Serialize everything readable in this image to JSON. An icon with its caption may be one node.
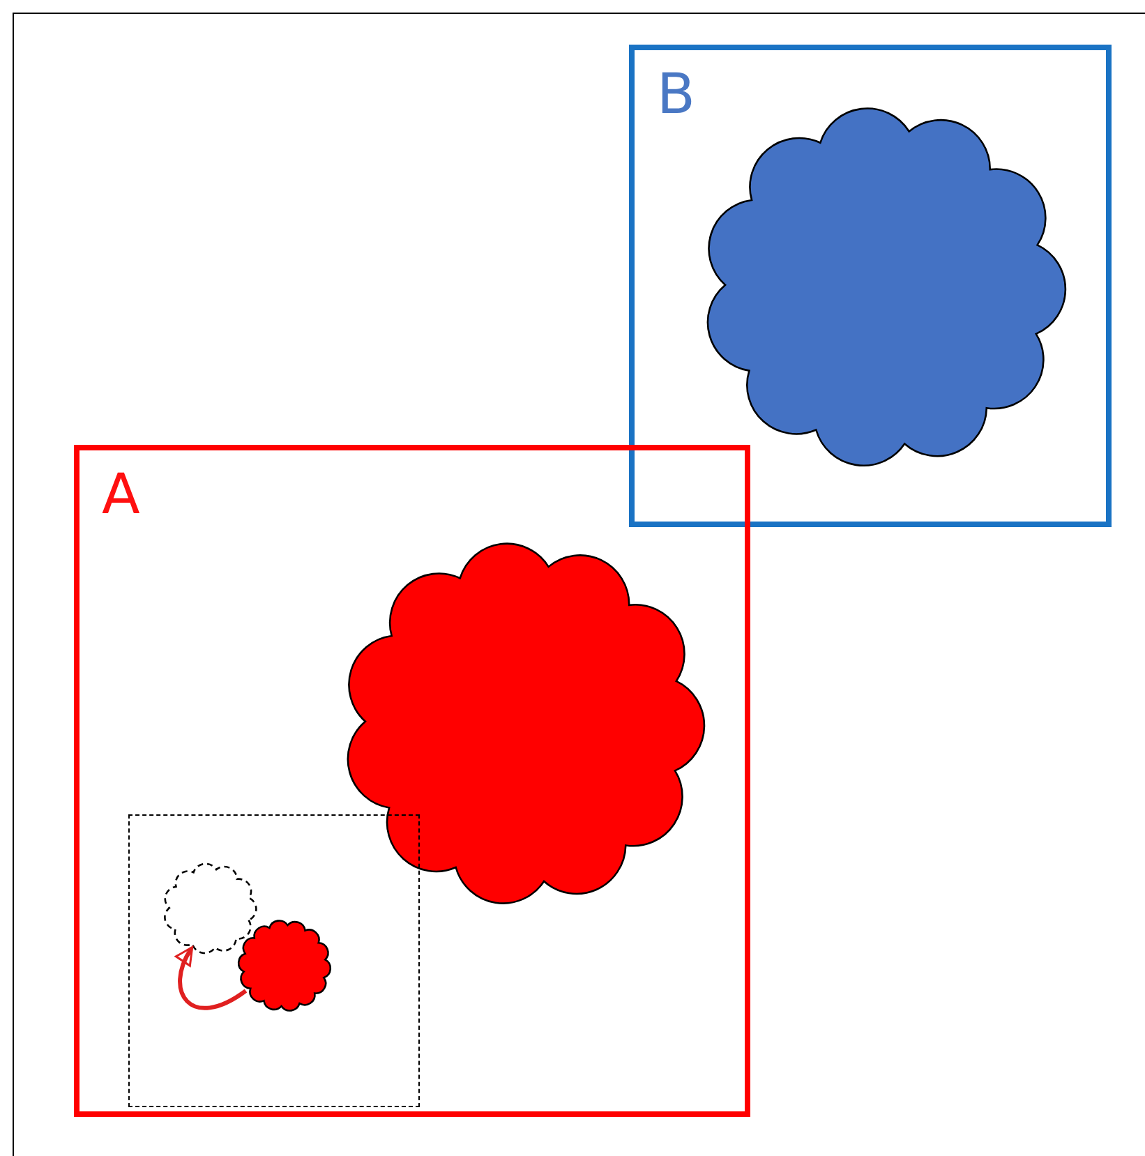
{
  "diagram": {
    "nodes": [
      {
        "text": [
          "B"
        ]
      },
      {
        "text": [],
        "shape": "cloud",
        "in": 0
      },
      {
        "text": [
          "A"
        ]
      },
      {
        "text": [],
        "shape": "cloud",
        "in": 2
      },
      {
        "text": [],
        "shape": "box",
        "in": 2
      },
      {
        "text": [],
        "shape": "cloud",
        "in": 4
      },
      {
        "text": [],
        "shape": "cloud",
        "in": 4
      }
    ],
    "edges": [
      {
        "from": 6,
        "to": 5,
        "arrow": "to"
      }
    ]
  }
}
